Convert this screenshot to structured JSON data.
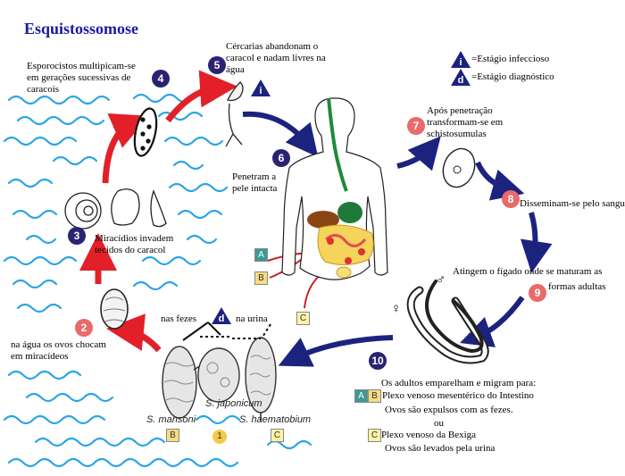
{
  "title": "Esquistossomose",
  "legend": {
    "infectious": {
      "symbol": "i",
      "label": "=Estágio infeccioso"
    },
    "diagnostic": {
      "symbol": "d",
      "label": "=Estágio diagnóstico"
    }
  },
  "stages": [
    {
      "number": "2",
      "text": [
        "na água os ovos chocam",
        "em miracídeos"
      ]
    },
    {
      "number": "3",
      "text": [
        "Miracídios invadem",
        "tecidos do caracol"
      ]
    },
    {
      "number": "4",
      "text": [
        "Esporocistos multipicam-se",
        "em gerações sucessivas de",
        "caracois"
      ]
    },
    {
      "number": "5",
      "text": [
        "Cércarias abandonam o",
        "caracol e nadam livres na",
        "água"
      ]
    },
    {
      "number": "6",
      "text": [
        "Penetram a",
        "pele intacta"
      ]
    },
    {
      "number": "7",
      "text": [
        "Após penetração",
        "transformam-se em",
        "schistosumulas"
      ]
    },
    {
      "number": "8",
      "text": [
        "Disseminam-se pelo sangue"
      ]
    },
    {
      "number": "9",
      "text": [
        "Atingem o fígado onde se maturam as",
        "formas adultas"
      ]
    },
    {
      "number": "10",
      "text": []
    }
  ],
  "eggs": {
    "in_feces": "nas fezes",
    "in_urine": "na urina",
    "species": [
      {
        "name": "S. mansoni",
        "tag": "B"
      },
      {
        "name": "S. japonicum",
        "tag": "1"
      },
      {
        "name": "S. haematobium",
        "tag": "C"
      }
    ]
  },
  "body_labels": [
    "A",
    "B",
    "C"
  ],
  "sex_symbols": {
    "female": "♀",
    "male": "♂"
  },
  "adults": {
    "intro": "Os adultos emparelham e migram para:",
    "route1_tags": [
      "A",
      "B"
    ],
    "route1": "Plexo venoso mesentérico do Intestino",
    "route1_note": "Ovos são expulsos com as fezes.",
    "or": "ou",
    "route2_tag": "C",
    "route2": "Plexo venoso da Bexiga",
    "route2_note": "Ovos são levados pela urina"
  }
}
